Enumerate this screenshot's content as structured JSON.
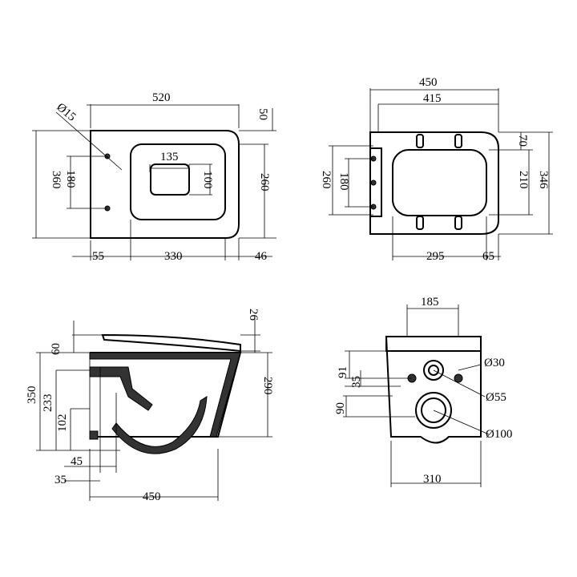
{
  "views": {
    "top_bowl": {
      "d520": "520",
      "d50": "50",
      "d15": "Ø15",
      "d135": "135",
      "d360": "360",
      "d180": "180",
      "d100": "100",
      "d260": "260",
      "d55": "55",
      "d330": "330",
      "d46": "46"
    },
    "top_seat": {
      "d450": "450",
      "d415": "415",
      "d70": "70",
      "d260": "260",
      "d180": "180",
      "d210": "210",
      "d346": "346",
      "d295": "295",
      "d65": "65"
    },
    "side": {
      "d26": "26",
      "d60": "60",
      "d350": "350",
      "d233": "233",
      "d102": "102",
      "d290": "290",
      "d45": "45",
      "d35": "35",
      "d450": "450"
    },
    "rear": {
      "d185": "185",
      "d91": "91",
      "d35": "35",
      "d90": "90",
      "d30": "Ø30",
      "d55": "Ø55",
      "d100": "Ø100",
      "d310": "310"
    }
  }
}
